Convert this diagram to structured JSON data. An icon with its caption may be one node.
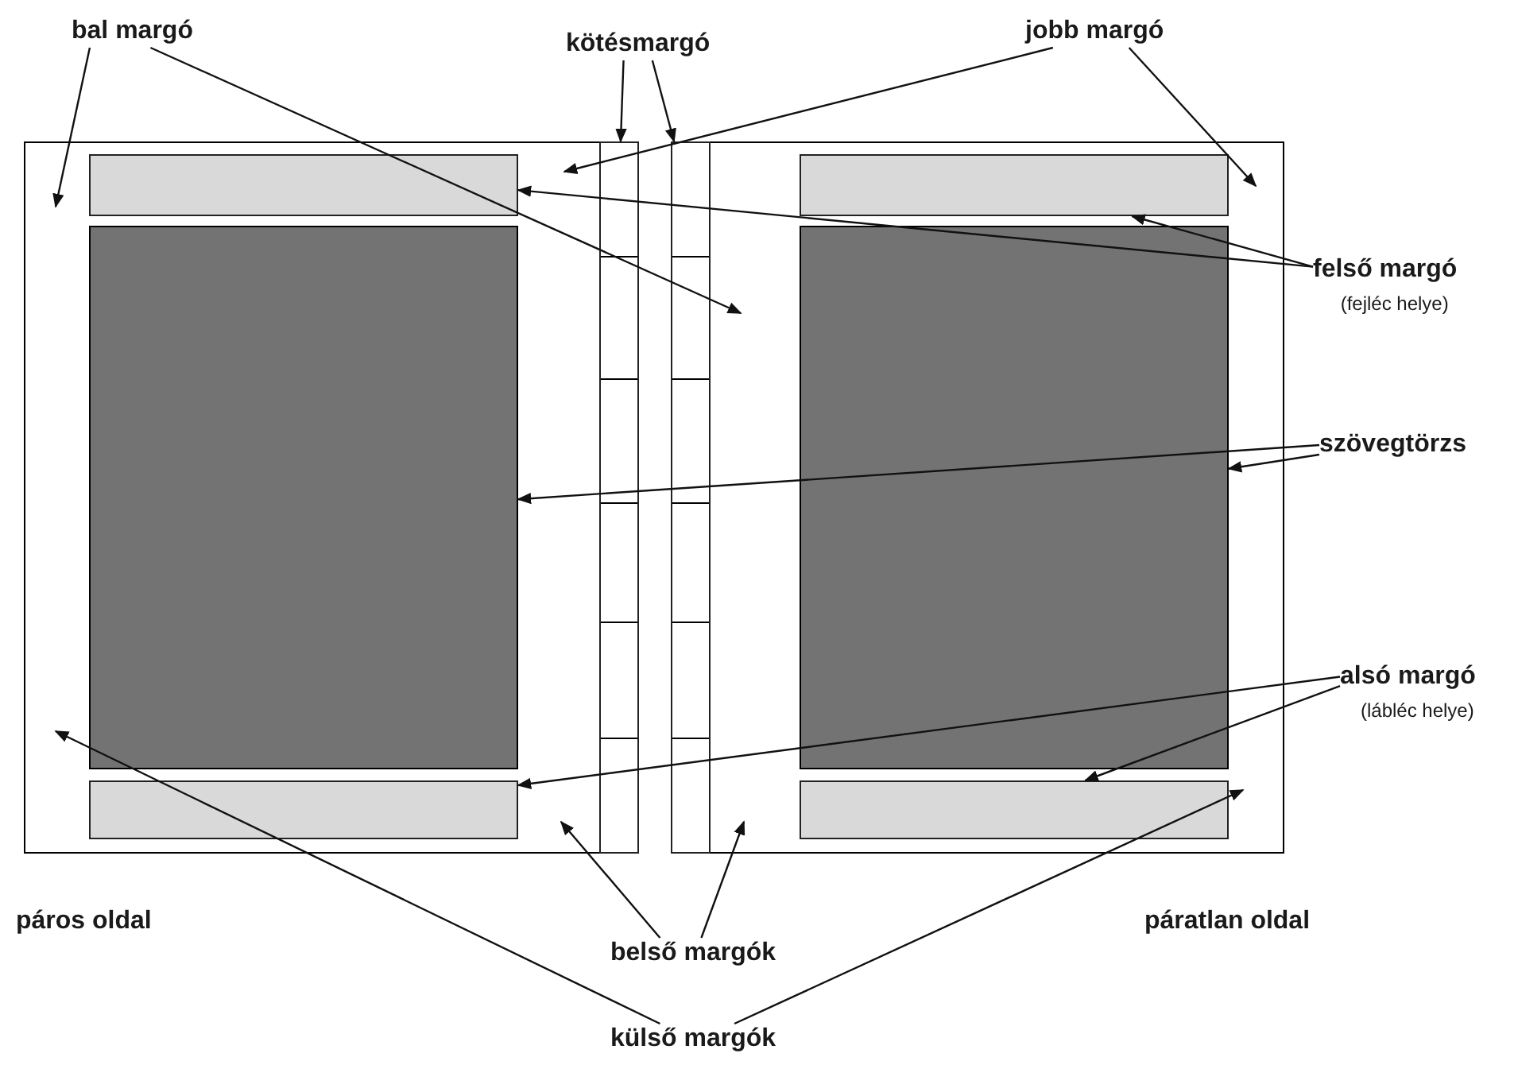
{
  "diagram": {
    "nodes": [
      {
        "text": [
          "bal margó"
        ]
      },
      {
        "text": [
          "kötésmargó"
        ]
      },
      {
        "text": [
          "jobb margó"
        ]
      },
      {
        "text": [],
        "shape": "box",
        "beside": [
          "páros oldal"
        ]
      },
      {
        "text": [],
        "shape": "bar",
        "in": 3
      },
      {
        "text": [],
        "shape": "box",
        "in": 3
      },
      {
        "text": [],
        "shape": "bar",
        "in": 3
      },
      {
        "text": [],
        "shape": "bar",
        "in": 3
      },
      {
        "text": [],
        "shape": "box",
        "beside": [
          "páratlan oldal"
        ]
      },
      {
        "text": [],
        "shape": "bar",
        "in": 8
      },
      {
        "text": [],
        "shape": "bar",
        "in": 8
      },
      {
        "text": [],
        "shape": "box",
        "in": 8
      },
      {
        "text": [],
        "shape": "bar",
        "in": 8
      },
      {
        "text": [
          "felső margó",
          "(fejléc helye)"
        ]
      },
      {
        "text": [
          "szövegtörzs"
        ]
      },
      {
        "text": [
          "alsó margó",
          "(lábléc helye)"
        ]
      },
      {
        "text": [
          "belső margók"
        ]
      },
      {
        "text": [
          "külső margók"
        ]
      }
    ],
    "edges": [
      {
        "from": 0,
        "to": 3,
        "arrow": "to"
      },
      {
        "from": 0,
        "to": 8,
        "arrow": "to"
      },
      {
        "from": 1,
        "to": 7,
        "arrow": "to"
      },
      {
        "from": 1,
        "to": 9,
        "arrow": "to"
      },
      {
        "from": 2,
        "to": 3,
        "arrow": "to"
      },
      {
        "from": 2,
        "to": 8,
        "arrow": "to"
      },
      {
        "from": 13,
        "to": 4,
        "arrow": "to"
      },
      {
        "from": 13,
        "to": 10,
        "arrow": "to"
      },
      {
        "from": 14,
        "to": 5,
        "arrow": "to"
      },
      {
        "from": 14,
        "to": 11,
        "arrow": "to"
      },
      {
        "from": 15,
        "to": 6,
        "arrow": "to"
      },
      {
        "from": 15,
        "to": 12,
        "arrow": "to"
      },
      {
        "from": 16,
        "to": 3,
        "arrow": "to"
      },
      {
        "from": 16,
        "to": 8,
        "arrow": "to"
      },
      {
        "from": 17,
        "to": 3,
        "arrow": "to"
      },
      {
        "from": 17,
        "to": 8,
        "arrow": "to"
      }
    ]
  }
}
